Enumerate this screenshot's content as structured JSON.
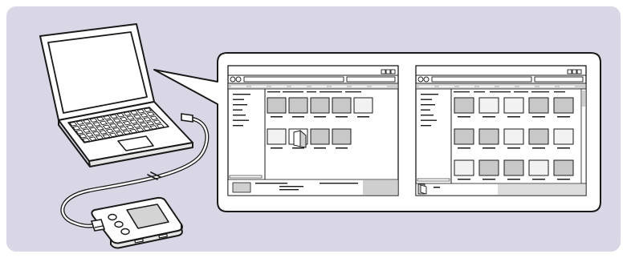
{
  "illustration": {
    "background_color": "#d9d7e5",
    "callout_fill": "#ffffff",
    "line_color": "#1a1a1a",
    "window_gray": "#cfcfcf",
    "thumb_gray": "#c8c8c8",
    "thumb_light": "#f2f2f2"
  },
  "left_window": {
    "thumb_rows": [
      [
        "gray",
        "gray",
        "gray",
        "gray",
        "light"
      ],
      [
        "light",
        "drag-icon",
        "gray",
        "gray"
      ]
    ]
  },
  "right_window": {
    "thumb_rows": [
      [
        "gray",
        "light",
        "light",
        "gray",
        "gray"
      ],
      [
        "gray",
        "gray",
        "light",
        "gray",
        "light"
      ],
      [
        "light",
        "gray",
        "gray",
        "light",
        "gray"
      ]
    ]
  }
}
